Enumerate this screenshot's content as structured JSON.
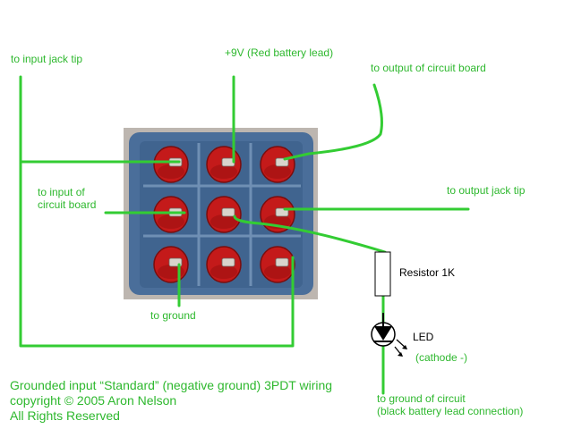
{
  "colors": {
    "wire": "#33cc33",
    "label_text": "#2eb82e",
    "switch_body": "#4a6e9a",
    "switch_pin": "#c41a1a",
    "background_photo": "#bdb6b0",
    "resistor_fill": "#ffffff",
    "led_fill": "#000000"
  },
  "labels": {
    "input_jack_tip": "to input jack tip",
    "battery_red": "+9V (Red battery lead)",
    "output_circuit_board": "to output of circuit board",
    "input_circuit_board_line1": "to input of",
    "input_circuit_board_line2": "circuit board",
    "output_jack_tip": "to output jack tip",
    "resistor": "Resistor 1K",
    "ground": "to ground",
    "led": "LED",
    "cathode": "(cathode -)",
    "ground_circuit_line1": "to ground of circuit",
    "ground_circuit_line2": "(black battery lead connection)"
  },
  "footer": {
    "line1": "Grounded input “Standard” (negative ground) 3PDT wiring",
    "line2": "copyright © 2005 Aron Nelson",
    "line3": "All Rights Reserved"
  },
  "switch": {
    "name": "3PDT switch",
    "pin_rows": 3,
    "pin_columns": 3
  }
}
